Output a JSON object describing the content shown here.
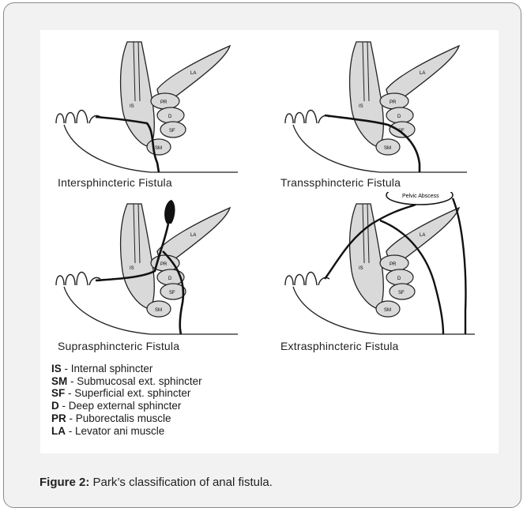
{
  "figure": {
    "panels": [
      {
        "title": "Intersphincteric Fistula"
      },
      {
        "title": "Transsphincteric Fistula"
      },
      {
        "title": "Suprasphincteric Fistula"
      },
      {
        "title": "Extrasphincteric Fistula",
        "abscess_label": "Pelvic Abscess"
      }
    ],
    "labels": {
      "is": "IS",
      "la": "LA",
      "pr": "PR",
      "d": "D",
      "sf": "SF",
      "sm": "SM"
    },
    "legend": [
      {
        "abbr": "IS",
        "text": " - Internal sphincter"
      },
      {
        "abbr": "SM",
        "text": " - Submucosal ext. sphincter"
      },
      {
        "abbr": "SF",
        "text": " - Superficial ext. sphincter"
      },
      {
        "abbr": "D",
        "text": " - Deep external sphincter"
      },
      {
        "abbr": "PR",
        "text": " - Puborectalis muscle"
      },
      {
        "abbr": "LA",
        "text": " - Levator ani muscle"
      }
    ]
  },
  "caption": {
    "label": "Figure 2:",
    "text": " Park’s classification of anal fistula."
  },
  "colors": {
    "card_bg": "#f2f2f2",
    "muscle_fill": "#d9d9d9",
    "line": "#111111"
  }
}
